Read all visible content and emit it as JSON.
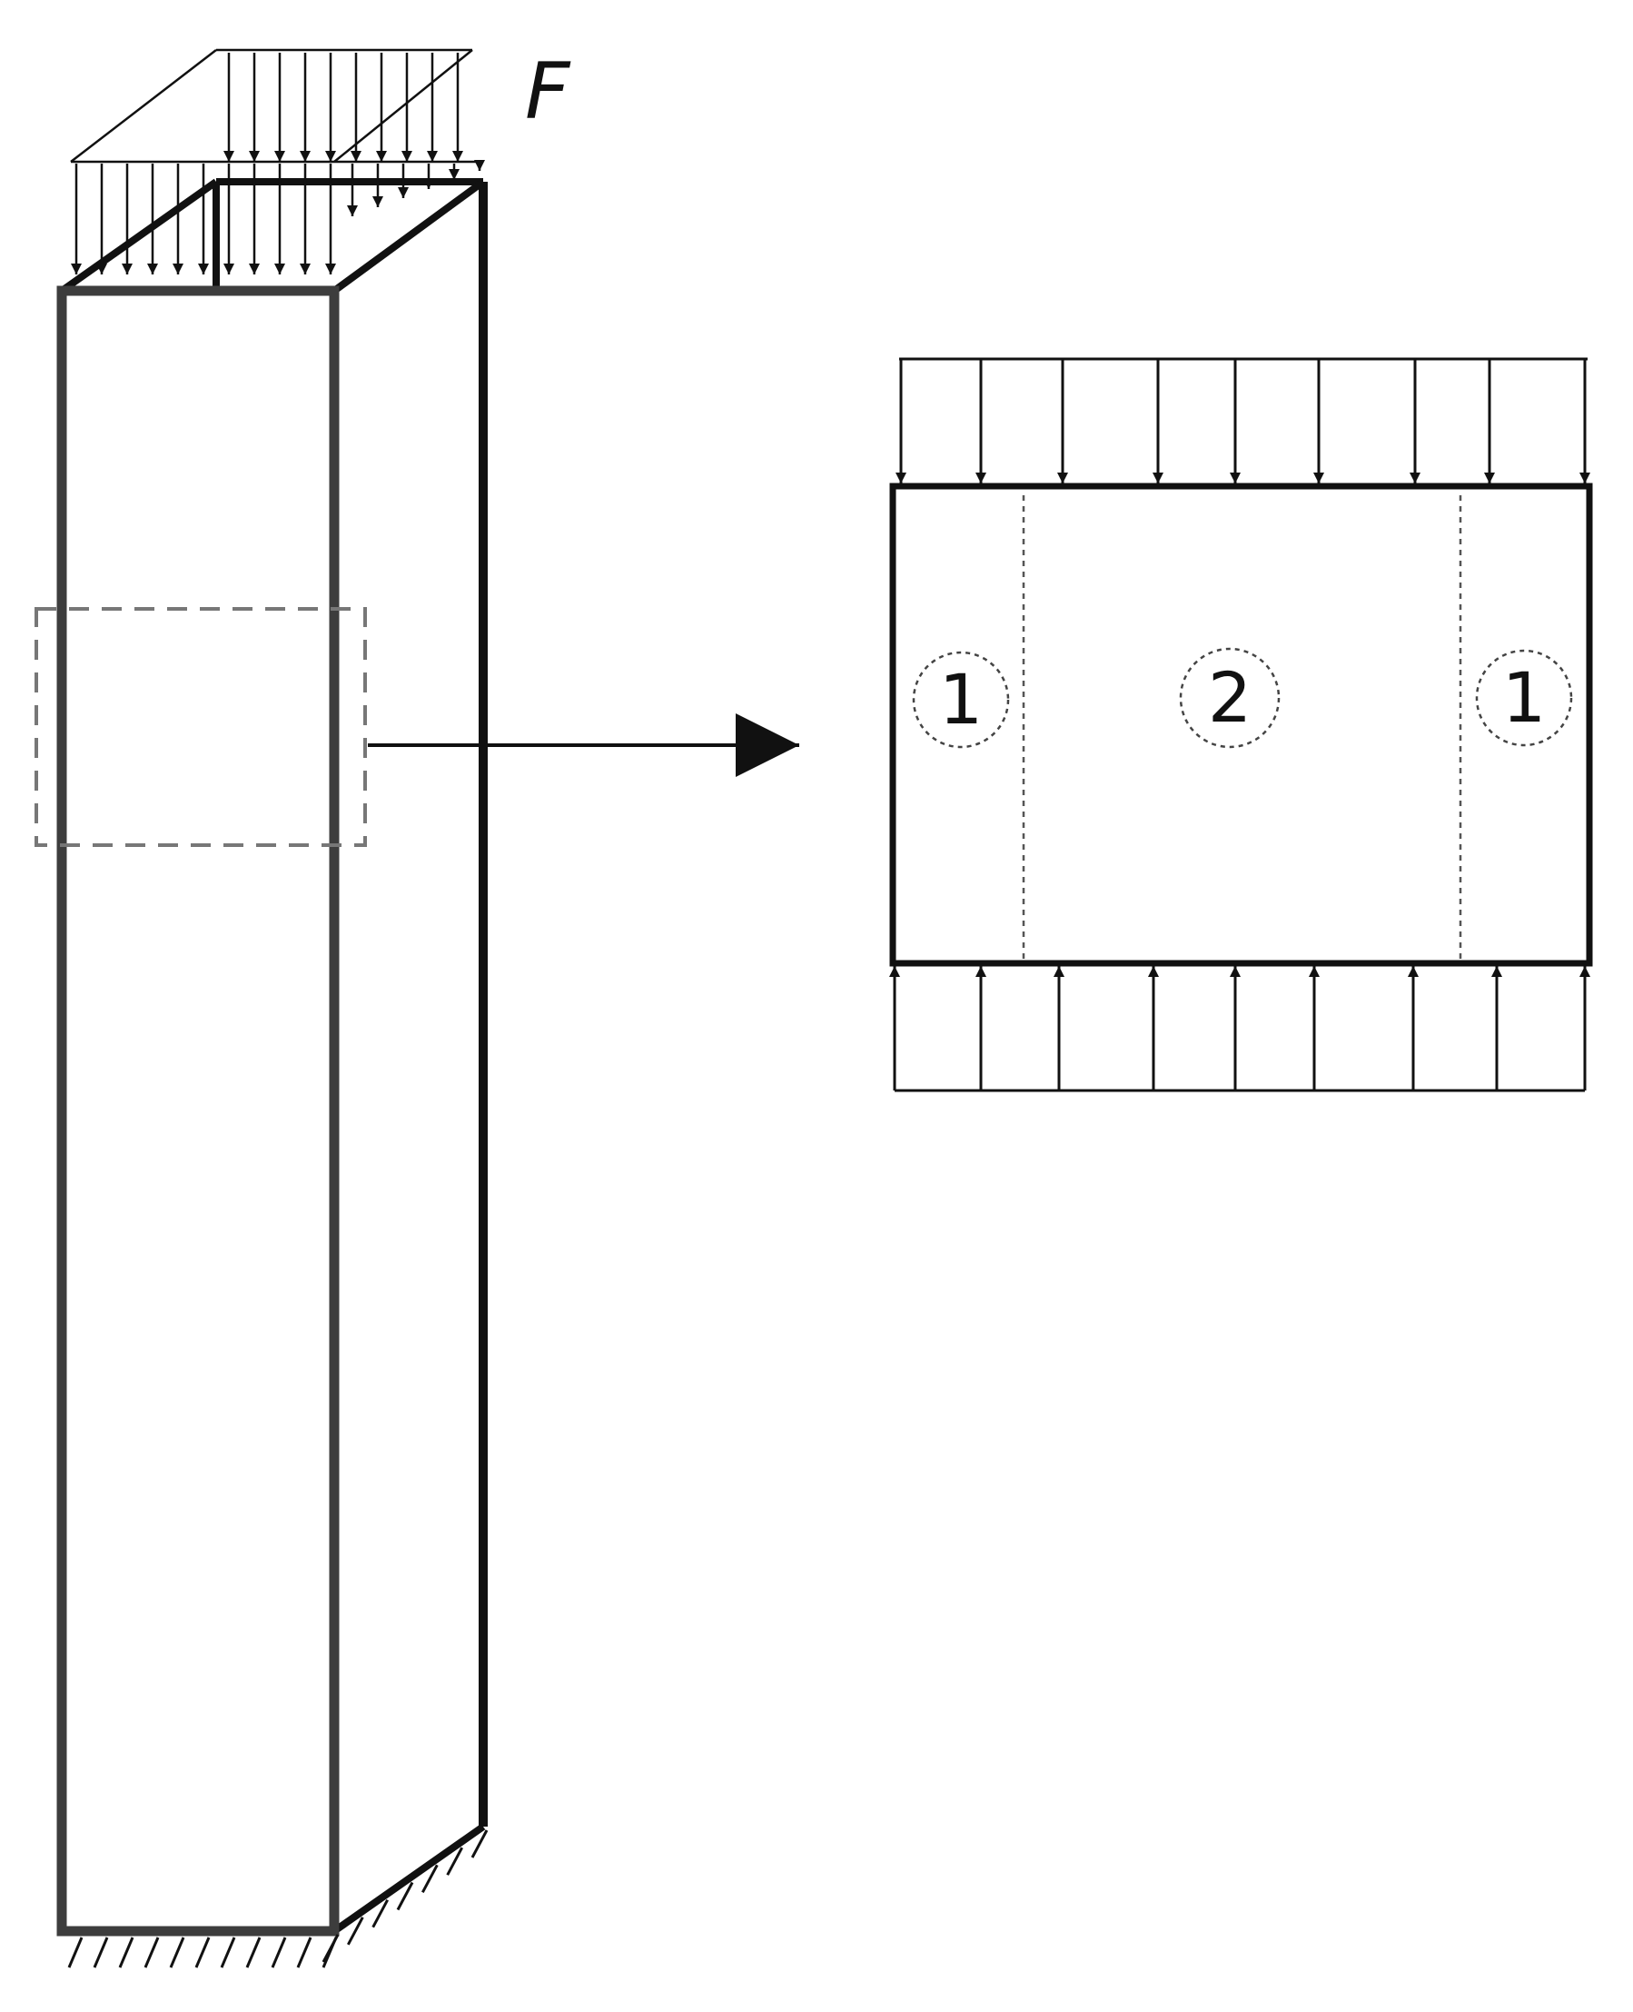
{
  "load_label": "F",
  "zone_labels": [
    "1",
    "2",
    "1"
  ],
  "colors": {
    "column_outline": "#3d3d3d",
    "ink": "#111111",
    "dashed_window": "#777777",
    "zone_divider": "#555555",
    "background": "#ffffff"
  }
}
